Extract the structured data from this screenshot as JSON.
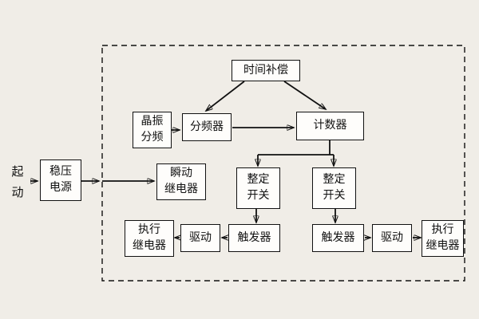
{
  "colors": {
    "background": "#f0ede7",
    "box_fill": "#fefdfb",
    "ink": "#111111"
  },
  "nodes": {
    "start": "起\n动",
    "voltage_regulator": "稳压\n电源",
    "instant_relay": "瞬动\n继电器",
    "time_compensation": "时间补偿",
    "crystal_divider": "晶振\n分频",
    "frequency_divider": "分频器",
    "counter": "计数器",
    "setting_switch_left": "整定\n开关",
    "setting_switch_right": "整定\n开关",
    "trigger_left": "触发器",
    "trigger_right": "触发器",
    "driver_left": "驱动",
    "driver_right": "驱动",
    "exec_relay_left": "执行\n继电器",
    "exec_relay_right": "执行\n继电器"
  }
}
